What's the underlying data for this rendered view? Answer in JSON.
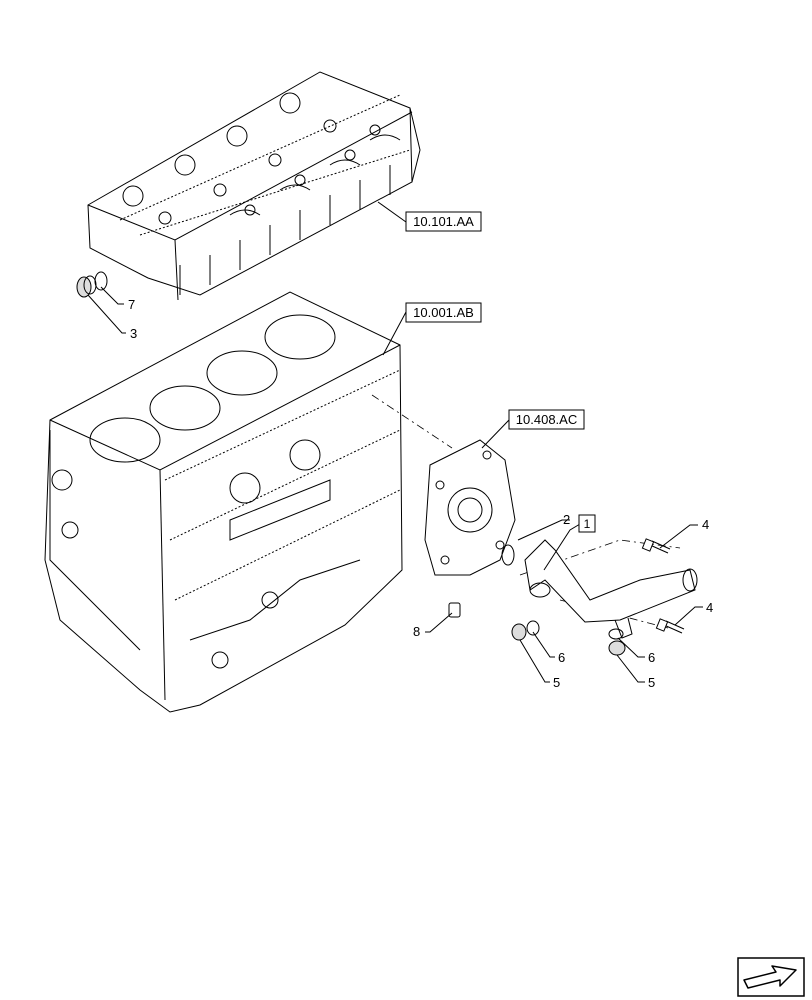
{
  "references": {
    "cylinder_head": "10.101.AA",
    "engine_block": "10.001.AB",
    "oil_pump_cover": "10.408.AC"
  },
  "callouts": {
    "c1": "1",
    "c2": "2",
    "c3": "3",
    "c4a": "4",
    "c4b": "4",
    "c5a": "5",
    "c5b": "5",
    "c6a": "6",
    "c6b": "6",
    "c7": "7",
    "c8": "8"
  },
  "icons": {
    "nav_arrow": "next-page-arrow-icon"
  },
  "colors": {
    "line": "#000000",
    "background": "#ffffff"
  }
}
